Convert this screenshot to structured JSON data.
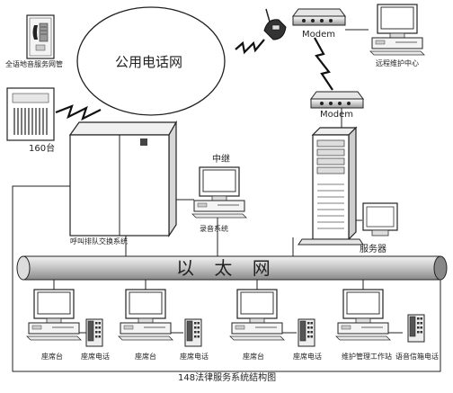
{
  "diagram": {
    "title": "148法律服务系统结构图",
    "cloud_label": "公用电话网",
    "ethernet_label": "以 太 网",
    "modem_top_label": "Modem",
    "modem_bottom_label": "Modem",
    "remote_center_label": "远程维护中心",
    "fax_label": "全语地音服务网管",
    "rack_label": "160台",
    "relay_label": "中继",
    "pbx_label": "呼叫排队交换系统",
    "recording_label": "录音系统",
    "server_label": "服务器",
    "workstations": [
      {
        "pc_label": "座席台",
        "phone_label": "座席电话"
      },
      {
        "pc_label": "座席台",
        "phone_label": "座席电话"
      },
      {
        "pc_label": "座席台",
        "phone_label": "座席电话"
      },
      {
        "pc_label": "维护管理工作站",
        "phone_label": "语音信箱电话"
      }
    ]
  }
}
